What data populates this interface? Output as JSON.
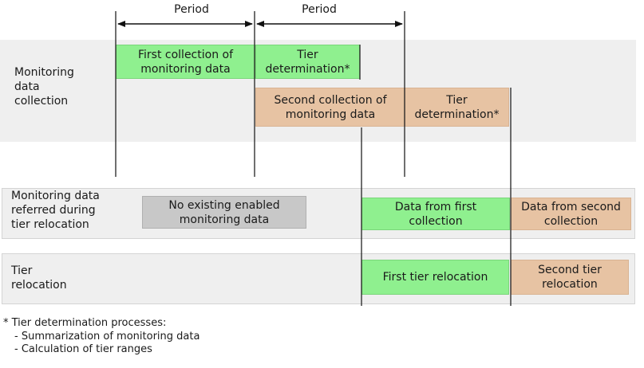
{
  "period_labels": [
    "Period",
    "Period"
  ],
  "rows": {
    "monitoring": {
      "label": "Monitoring\ndata\ncollection"
    },
    "referred": {
      "label": "Monitoring data\nreferred during\ntier relocation"
    },
    "relocation": {
      "label": "Tier\nrelocation"
    }
  },
  "boxes": {
    "first_collection": "First collection of\nmonitoring data",
    "tier_det_1": "Tier\ndetermination*",
    "second_collection": "Second collection of\nmonitoring data",
    "tier_det_2": "Tier\ndetermination*",
    "no_existing": "No existing enabled\nmonitoring data",
    "data_first": "Data from first\ncollection",
    "data_second": "Data from second\ncollection",
    "first_relocation": "First tier relocation",
    "second_relocation": "Second tier\nrelocation"
  },
  "footnote": {
    "title": "* Tier determination processes:",
    "items": [
      "- Summarization of monitoring data",
      "- Calculation of tier ranges"
    ]
  },
  "colors": {
    "green": "#8ff08f",
    "tan": "#e7c3a3",
    "gray": "#c8c8c8",
    "row_background": "#efefef"
  }
}
